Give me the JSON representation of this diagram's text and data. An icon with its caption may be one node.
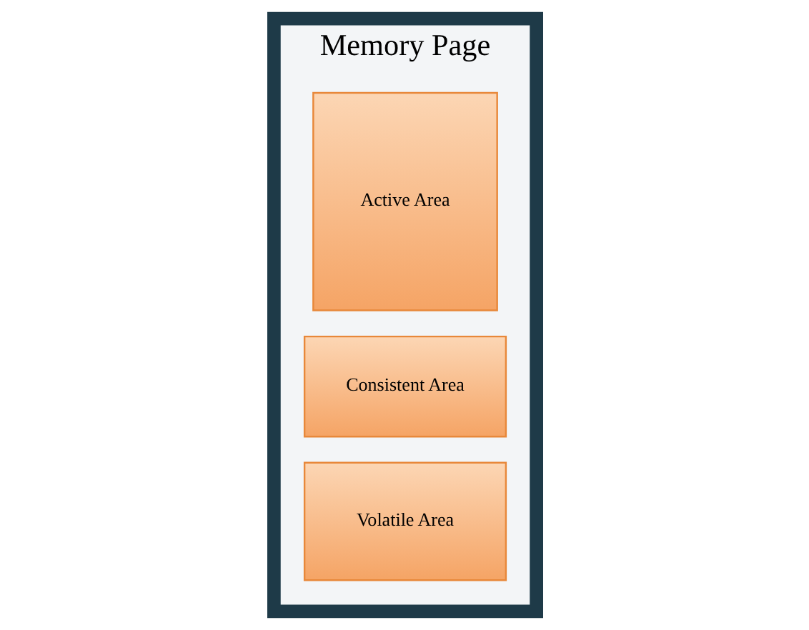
{
  "diagram": {
    "nodes": [
      {
        "text": [
          "Memory Page"
        ]
      },
      {
        "text": [
          "Active Area"
        ],
        "in": 0
      },
      {
        "text": [
          "Consistent Area"
        ],
        "in": 0
      },
      {
        "text": [
          "Volatile Area"
        ],
        "in": 0
      }
    ]
  }
}
